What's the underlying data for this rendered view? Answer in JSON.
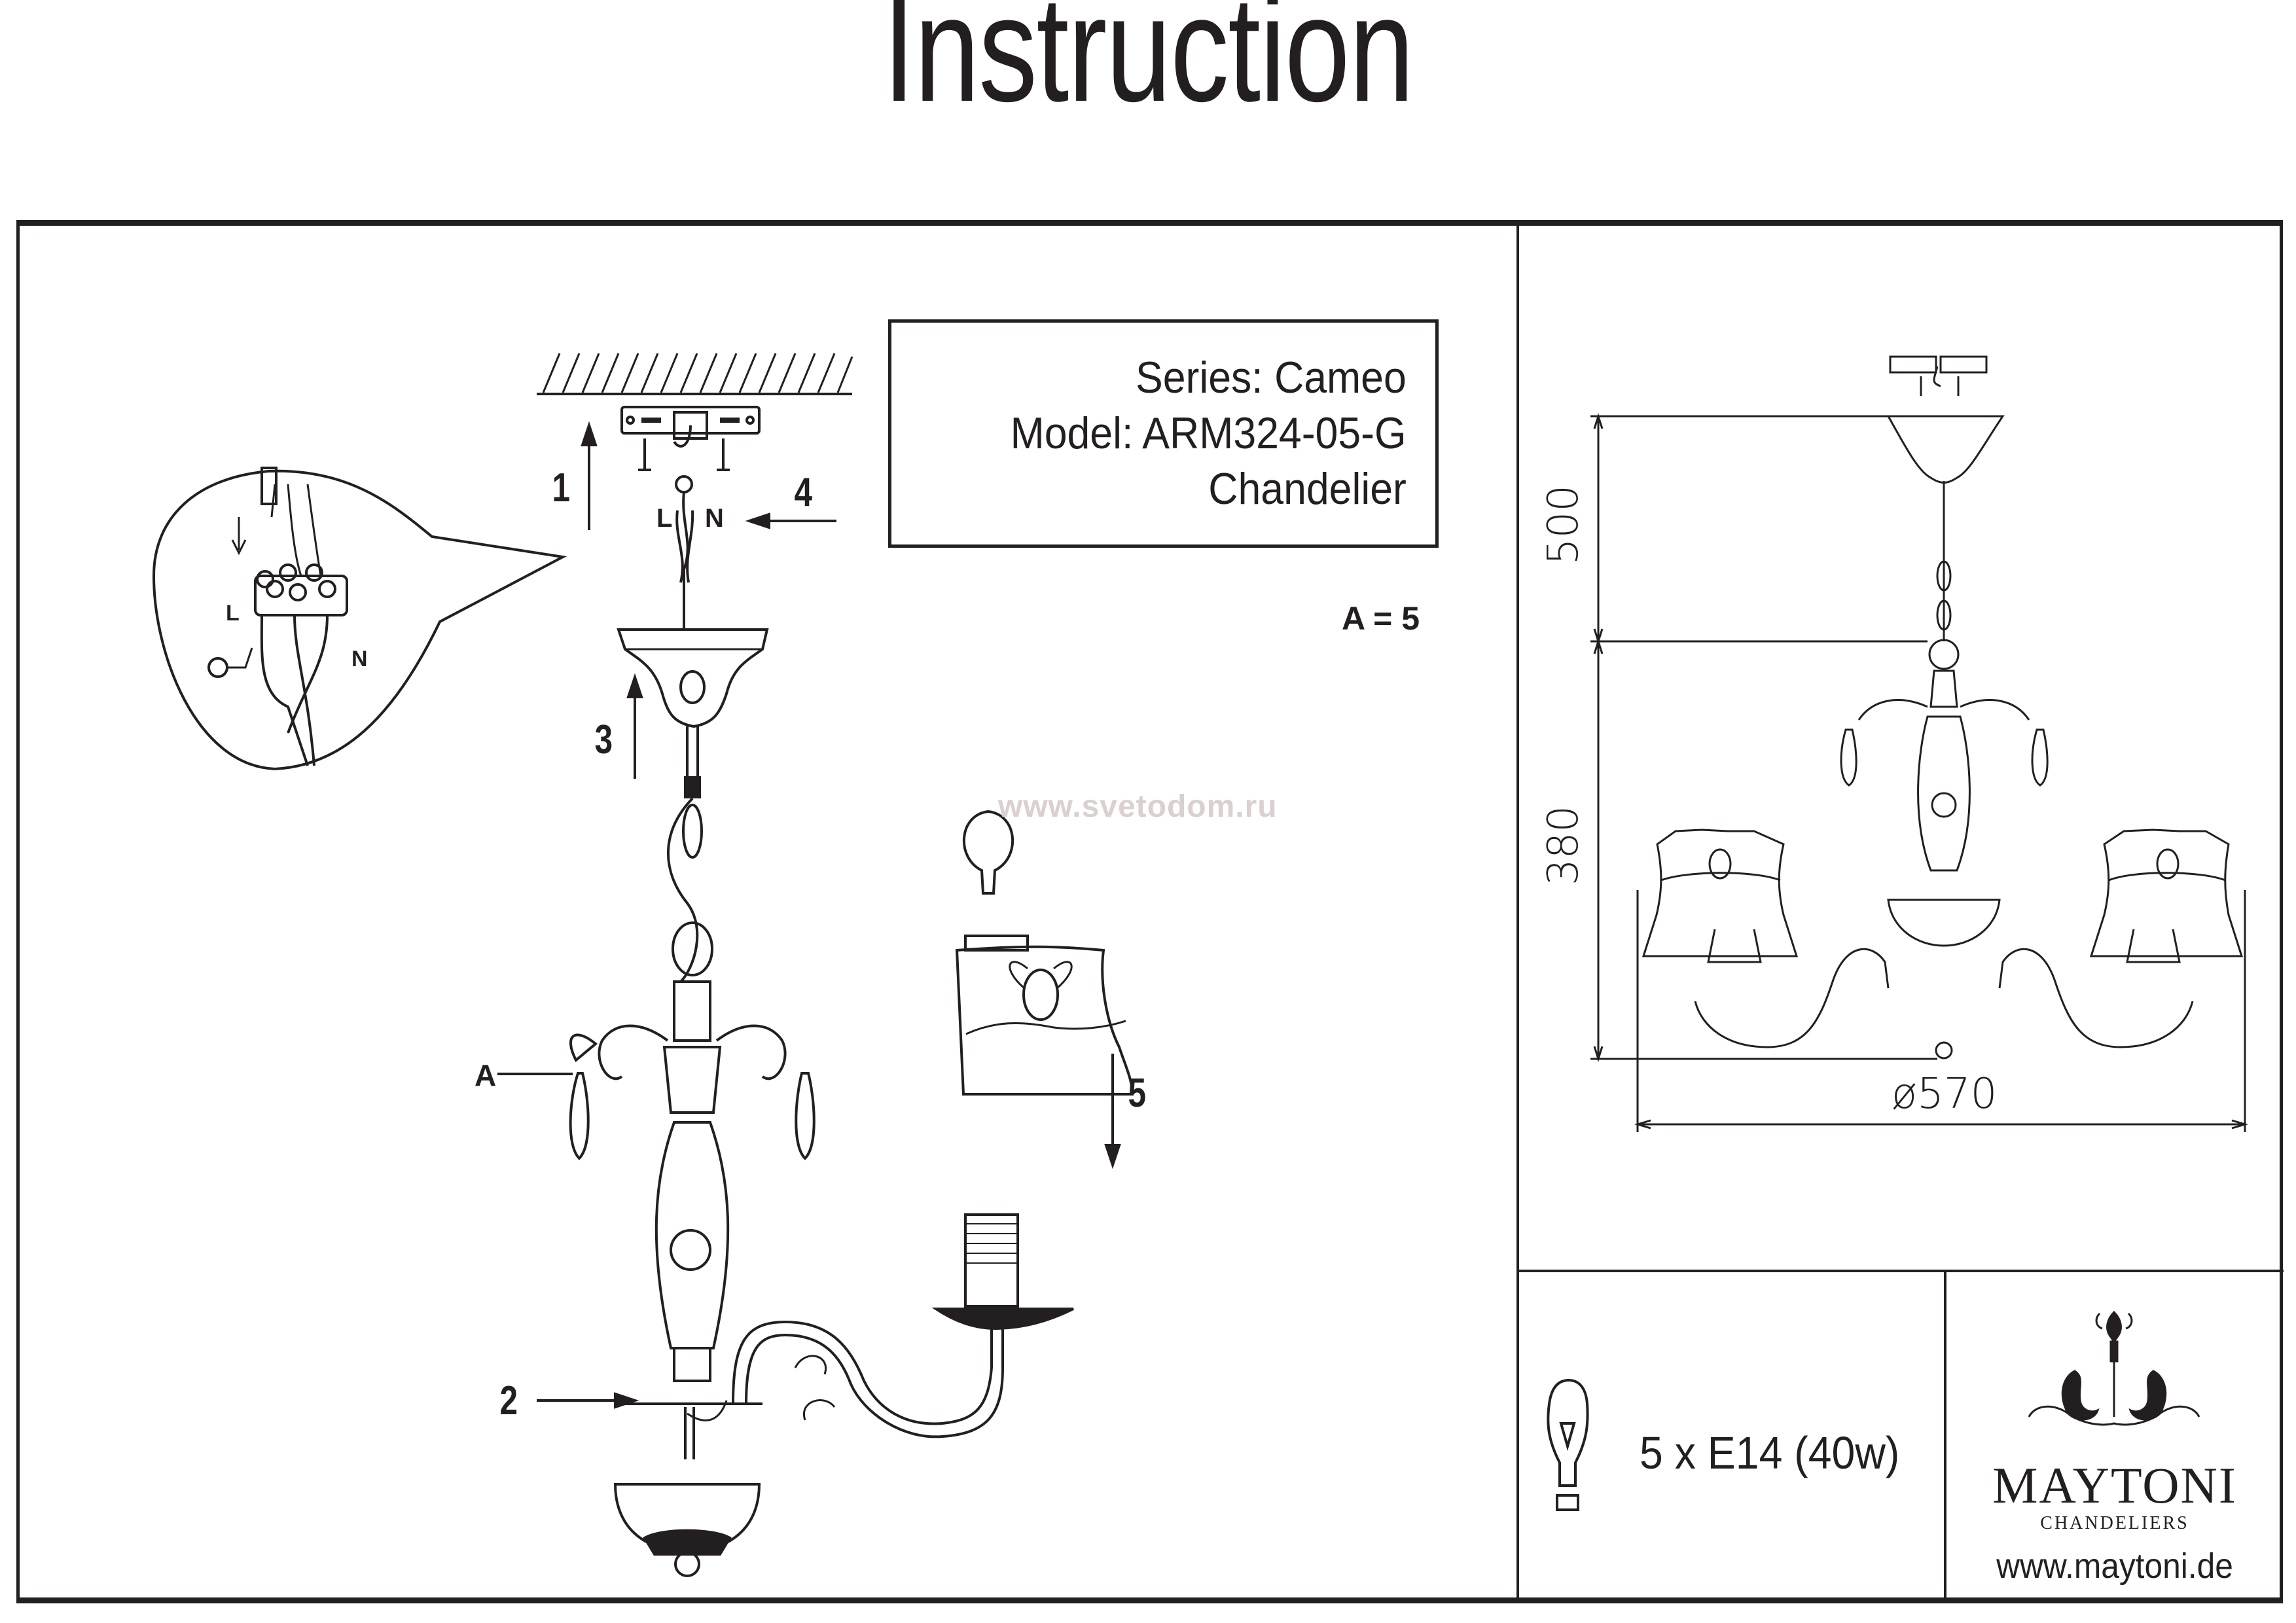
{
  "title": "Instruction",
  "product": {
    "series": "Series: Cameo",
    "model": "Model: ARM324-05-G",
    "type": "Chandelier"
  },
  "assembly": {
    "parts_note": "A = 5",
    "part_label": "A",
    "steps": [
      "1",
      "2",
      "3",
      "4",
      "5"
    ],
    "wire_live": "L",
    "wire_neutral": "N",
    "inset_live": "L",
    "inset_neutral": "N"
  },
  "watermark": "www.svetodom.ru",
  "dimensions": {
    "chain_length": "500",
    "body_height": "380",
    "diameter": "ø570"
  },
  "lamp_spec": "5 x E14 (40w)",
  "brand": {
    "name": "MAYTONI",
    "subtitle": "CHANDELIERS",
    "url": "www.maytoni.de"
  },
  "icons": [
    "bulb-icon",
    "maytoni-logo-icon",
    "ground-symbol-icon",
    "screwdriver-icon"
  ]
}
